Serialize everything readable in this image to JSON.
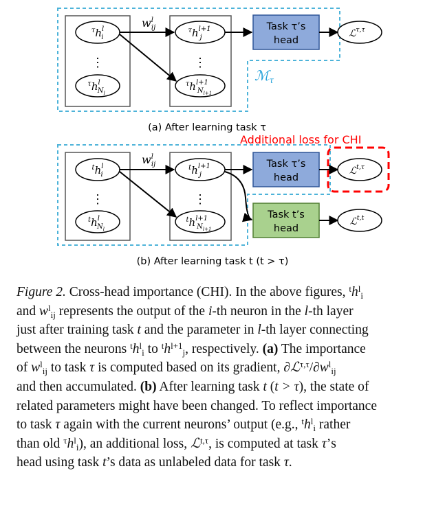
{
  "panel_a": {
    "caption": "(a) After learning task τ",
    "weight_label": {
      "base": "w",
      "sup": "l",
      "sub": "ij"
    },
    "layer_l_nodes": [
      {
        "pre": "τ",
        "base": "h",
        "sup": "l",
        "sub": "i"
      },
      {
        "pre": "τ",
        "base": "h",
        "sup": "l",
        "sub": "N",
        "subsub": "l"
      }
    ],
    "layer_l1_nodes": [
      {
        "pre": "τ",
        "base": "h",
        "sup": "l+1",
        "sub": "j"
      },
      {
        "pre": "τ",
        "base": "h",
        "sup": "l+1",
        "sub": "N",
        "subsub": "l+1"
      }
    ],
    "head_line1": "Task  τ’s",
    "head_line2": "head",
    "loss": {
      "base": "ℒ",
      "sup": "τ,τ"
    },
    "model_label": {
      "base": "ℳ",
      "sub": "τ"
    },
    "dots": "⋮"
  },
  "panel_b": {
    "caption": "(b) After learning task t (t > τ)",
    "annotation": "Additional loss for CHI",
    "weight_label": {
      "base": "w",
      "sup": "l",
      "sub": "ij"
    },
    "layer_l_nodes": [
      {
        "pre": "t",
        "base": "h",
        "sup": "l",
        "sub": "i"
      },
      {
        "pre": "t",
        "base": "h",
        "sup": "l",
        "sub": "N",
        "subsub": "l"
      }
    ],
    "layer_l1_nodes": [
      {
        "pre": "t",
        "base": "h",
        "sup": "l+1",
        "sub": "j"
      },
      {
        "pre": "t",
        "base": "h",
        "sup": "l+1",
        "sub": "N",
        "subsub": "l+1"
      }
    ],
    "head_tau_line1": "Task  τ’s",
    "head_tau_line2": "head",
    "head_t_line1": "Task  t’s",
    "head_t_line2": "head",
    "loss_tau": {
      "base": "ℒ",
      "sup": "t,τ"
    },
    "loss_t": {
      "base": "ℒ",
      "sup": "t,t"
    },
    "dots": "⋮"
  },
  "caption": {
    "label": "Figure 2.",
    "lines": [
      [
        {
          "t": "Figure 2.",
          "s": "label"
        },
        {
          "t": " Cross-head importance (CHI). In the above figures, "
        },
        {
          "t": "t",
          "s": "sup"
        },
        {
          "t": "h",
          "s": "i"
        },
        {
          "t": "l",
          "s": "sup"
        },
        {
          "t": "i",
          "s": "sub"
        }
      ],
      [
        {
          "t": "and "
        },
        {
          "t": "w",
          "s": "i"
        },
        {
          "t": "l",
          "s": "sup"
        },
        {
          "t": "ij",
          "s": "sub"
        },
        {
          "t": " represents the output of the "
        },
        {
          "t": "i",
          "s": "i"
        },
        {
          "t": "-th neuron in the "
        },
        {
          "t": "l",
          "s": "i"
        },
        {
          "t": "-th layer"
        }
      ],
      [
        {
          "t": "just after training task "
        },
        {
          "t": "t",
          "s": "i"
        },
        {
          "t": " and the parameter in "
        },
        {
          "t": "l",
          "s": "i"
        },
        {
          "t": "-th layer connecting"
        }
      ],
      [
        {
          "t": "between the neurons "
        },
        {
          "t": "t",
          "s": "sup"
        },
        {
          "t": "h",
          "s": "i"
        },
        {
          "t": "l",
          "s": "sup"
        },
        {
          "t": "i",
          "s": "sub"
        },
        {
          "t": " to "
        },
        {
          "t": "t",
          "s": "sup"
        },
        {
          "t": "h",
          "s": "i"
        },
        {
          "t": "l+1",
          "s": "sup"
        },
        {
          "t": "j",
          "s": "sub"
        },
        {
          "t": ", respectively. "
        },
        {
          "t": "(a)",
          "s": "b"
        },
        {
          "t": " The importance"
        }
      ],
      [
        {
          "t": "of "
        },
        {
          "t": "w",
          "s": "i"
        },
        {
          "t": "l",
          "s": "sup"
        },
        {
          "t": "ij",
          "s": "sub"
        },
        {
          "t": " to task "
        },
        {
          "t": "τ",
          "s": "i"
        },
        {
          "t": " is computed based on its gradient, "
        },
        {
          "t": "∂ℒ",
          "s": "i"
        },
        {
          "t": "τ,τ",
          "s": "sup"
        },
        {
          "t": "/∂"
        },
        {
          "t": "w",
          "s": "i"
        },
        {
          "t": "l",
          "s": "sup"
        },
        {
          "t": "ij",
          "s": "sub"
        }
      ],
      [
        {
          "t": "and then accumulated. "
        },
        {
          "t": "(b)",
          "s": "b"
        },
        {
          "t": " After learning task "
        },
        {
          "t": "t",
          "s": "i"
        },
        {
          "t": " ("
        },
        {
          "t": "t > τ",
          "s": "i"
        },
        {
          "t": "), the state of"
        }
      ],
      [
        {
          "t": "related parameters might have been changed. To reflect importance"
        }
      ],
      [
        {
          "t": "to task "
        },
        {
          "t": "τ",
          "s": "i"
        },
        {
          "t": " again with the current neurons’ output (e.g., "
        },
        {
          "t": "t",
          "s": "sup"
        },
        {
          "t": "h",
          "s": "i"
        },
        {
          "t": "l",
          "s": "sup"
        },
        {
          "t": "i",
          "s": "sub"
        },
        {
          "t": " rather"
        }
      ],
      [
        {
          "t": "than old "
        },
        {
          "t": "τ",
          "s": "sup"
        },
        {
          "t": "h",
          "s": "i"
        },
        {
          "t": "l",
          "s": "sup"
        },
        {
          "t": "i",
          "s": "sub"
        },
        {
          "t": "), an additional loss, "
        },
        {
          "t": "ℒ",
          "s": "i"
        },
        {
          "t": "t,τ",
          "s": "sup"
        },
        {
          "t": ", is computed at task "
        },
        {
          "t": "τ",
          "s": "i"
        },
        {
          "t": "’s"
        }
      ],
      [
        {
          "t": "head using task "
        },
        {
          "t": "t",
          "s": "i"
        },
        {
          "t": "’s data as unlabeled data for task "
        },
        {
          "t": "τ",
          "s": "i"
        },
        {
          "t": "."
        }
      ]
    ]
  },
  "colors": {
    "dashed_border": "#4db3d9",
    "head_tau_fill": "#8eaadb",
    "head_tau_stroke": "#2f5597",
    "head_t_fill": "#a9d18e",
    "head_t_stroke": "#507e32",
    "chi_highlight": "#ff0000",
    "model_label": "#1f9fd9"
  }
}
